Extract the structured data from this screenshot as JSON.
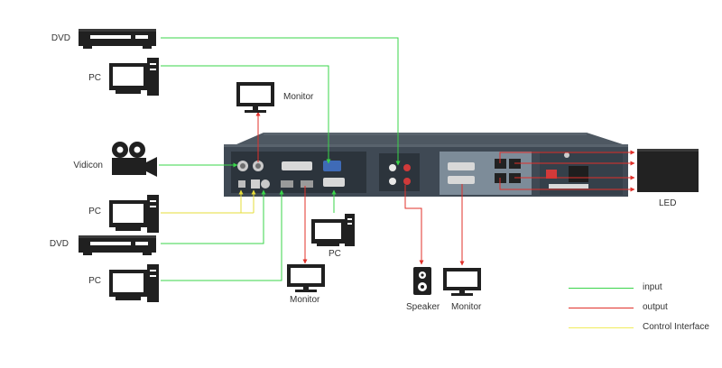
{
  "colors": {
    "input": "#39d44a",
    "output": "#e0302a",
    "control": "#f0ec5a",
    "device_dark": "#2b2b2b",
    "panel": "#3d4852"
  },
  "sources": {
    "dvd_top": {
      "label": "DVD",
      "icon": "dvd-player-icon"
    },
    "pc_top": {
      "label": "PC",
      "icon": "desktop-pc-icon"
    },
    "vidicon": {
      "label": "Vidicon",
      "icon": "video-camera-icon"
    },
    "pc_mid": {
      "label": "PC",
      "icon": "desktop-pc-icon"
    },
    "dvd_bottom": {
      "label": "DVD",
      "icon": "dvd-player-icon"
    },
    "pc_bottom": {
      "label": "PC",
      "icon": "desktop-pc-icon"
    }
  },
  "outputs": {
    "monitor_top": {
      "label": "Monitor",
      "icon": "monitor-icon"
    },
    "pc_center": {
      "label": "PC",
      "icon": "desktop-pc-icon"
    },
    "monitor_center": {
      "label": "Monitor",
      "icon": "monitor-icon"
    },
    "speaker": {
      "label": "Speaker",
      "icon": "speaker-icon"
    },
    "monitor_right": {
      "label": "Monitor",
      "icon": "monitor-icon"
    },
    "led": {
      "label": "LED",
      "icon": "led-screen-icon"
    }
  },
  "legend": [
    {
      "label": "input",
      "color_key": "input"
    },
    {
      "label": "output",
      "color_key": "output"
    },
    {
      "label": "Control Interface",
      "color_key": "control"
    }
  ]
}
